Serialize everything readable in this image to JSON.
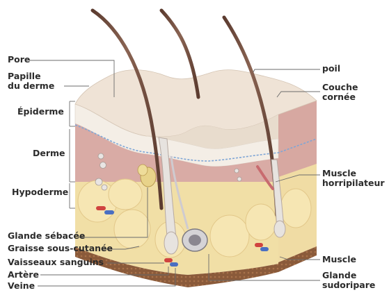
{
  "labels": {
    "pore": "Pore",
    "papille_line1": "Papille",
    "papille_line2": "du derme",
    "epiderme": "Épiderme",
    "derme": "Derme",
    "hypoderme": "Hypoderme",
    "glande_sebacee": "Glande sébacée",
    "graisse": "Graisse sous-cutanée",
    "vaisseaux": "Vaisseaux sanguins",
    "artere": "Artère",
    "veine": "Veine",
    "poil": "poil",
    "couche_line1": "Couche",
    "couche_line2": "cornée",
    "muscle_horr_line1": "Muscle",
    "muscle_horr_line2": "horripilateur",
    "muscle": "Muscle",
    "glande_sud_line1": "Glande",
    "glande_sud_line2": "sudoripare"
  },
  "colors": {
    "skin_surface": "#efe3d6",
    "epidermis": "#f3ece4",
    "dermis": "#d9aaa5",
    "hypodermis_fat": "#f1dfa6",
    "base": "#8a5a3a",
    "hair": "#6e4a3c",
    "leader_line": "#6b6b6b",
    "label_text": "#2b2b2b"
  }
}
